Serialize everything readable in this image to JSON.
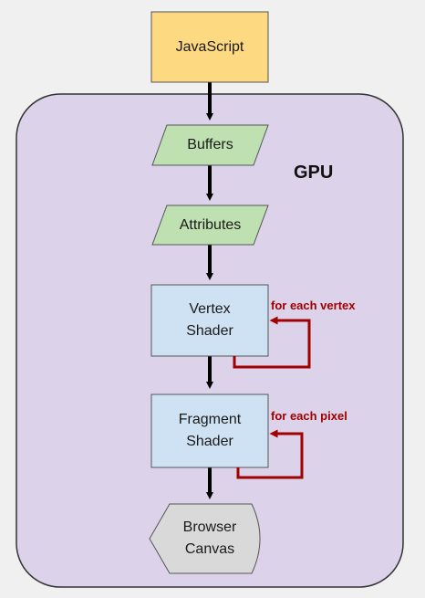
{
  "diagram": {
    "gpu_label": "GPU",
    "nodes": {
      "javascript": "JavaScript",
      "buffers": "Buffers",
      "attributes": "Attributes",
      "vertex_shader": "Vertex\nShader",
      "fragment_shader": "Fragment\nShader",
      "browser_canvas": "Browser\nCanvas"
    },
    "loops": {
      "vertex": "for each vertex",
      "fragment": "for each pixel"
    }
  },
  "colors": {
    "gpu_region": "#dcd2ea",
    "javascript": "#fdd981",
    "data_nodes": "#bfe0b0",
    "shaders": "#cfe2f3",
    "canvas": "#d9d9d9",
    "loop_arrow": "#a00000",
    "flow_arrow": "#000000"
  }
}
